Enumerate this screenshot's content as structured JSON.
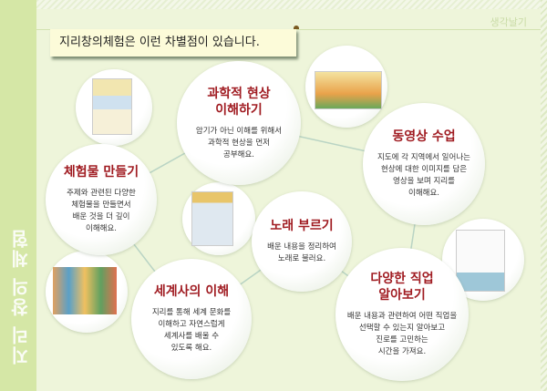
{
  "header": {
    "section_tag": "생각날기",
    "callout": "지리창의체험은 이런 차별점이 있습니다.",
    "side_title": "지리 창의 체험"
  },
  "features": [
    {
      "title_lines": [
        "과학적 현상",
        "이해하기"
      ],
      "desc_lines": [
        "암기가 아닌 이해를 위해서",
        "과학적 현상을 먼저",
        "공부해요."
      ]
    },
    {
      "title_lines": [
        "동영상 수업"
      ],
      "desc_lines": [
        "지도에 각 지역에서 일어나는",
        "현상에 대한 이미지를 담은",
        "영상을 보며 지리를",
        "이해해요."
      ]
    },
    {
      "title_lines": [
        "체험물 만들기"
      ],
      "desc_lines": [
        "주제와 관련된 다양한",
        "체험물을 만들면서",
        "배운 것을 더 깊이",
        "이해해요."
      ]
    },
    {
      "title_lines": [
        "노래 부르기"
      ],
      "desc_lines": [
        "배운 내용을 정리하여",
        "노래로 불러요."
      ]
    },
    {
      "title_lines": [
        "세계사의 이해"
      ],
      "desc_lines": [
        "지리를 통해 세계 문화를",
        "이해하고 자연스럽게",
        "세계사를 배울 수",
        "있도록 해요."
      ]
    },
    {
      "title_lines": [
        "다양한 직업",
        "알아보기"
      ],
      "desc_lines": [
        "배운 내용과 관련하여 어떤 직업을",
        "선택할 수 있는지 알아보고",
        "진로를 고민하는",
        "시간을 가져요."
      ]
    }
  ]
}
